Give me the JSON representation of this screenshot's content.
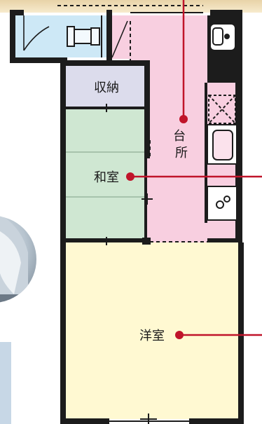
{
  "rooms": {
    "storage": "収納",
    "kitchen": "台所",
    "japanese_room": "和室",
    "western_room": "洋室"
  },
  "colors": {
    "wall": "#1c1c1c",
    "bathroom": "#cde8f6",
    "kitchen": "#f8cfe0",
    "storage": "#dcdcec",
    "japanese_room": "#cfe7d2",
    "western_room": "#fff9d2",
    "pointer": "#c0142a",
    "top_band": "#f0ddb2"
  },
  "icons": [
    "toilet-icon",
    "sink-icon",
    "refrigerator-icon",
    "kitchen-sink-icon",
    "stove-icon"
  ],
  "photo": "interior-photo-thumbnail"
}
